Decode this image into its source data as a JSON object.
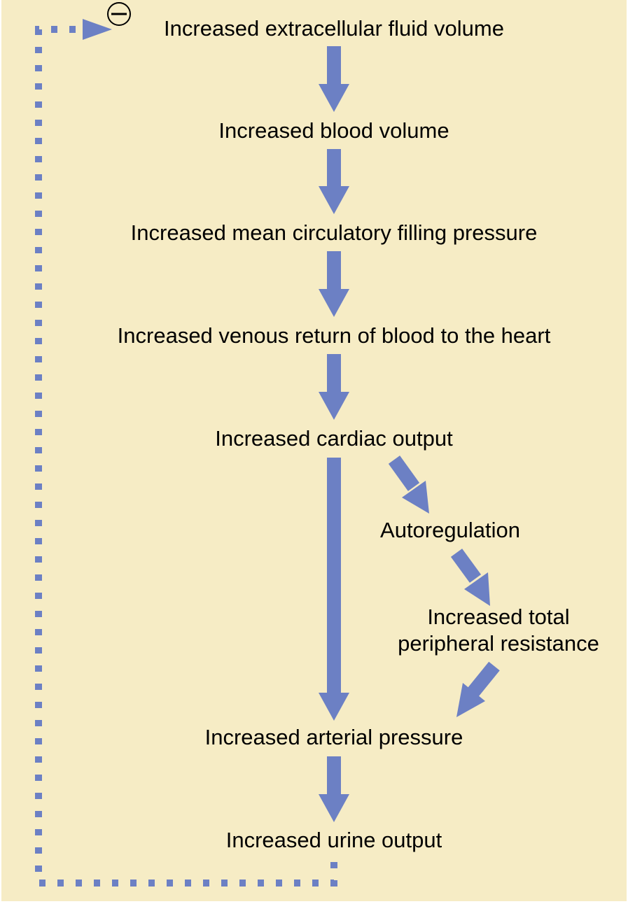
{
  "colors": {
    "background": "#f6ecc5",
    "arrow": "#6c80c4",
    "text": "#000000"
  },
  "nodes": {
    "ecf_volume": "Increased extracellular fluid volume",
    "blood_volume": "Increased blood volume",
    "mean_filling_pressure": "Increased mean circulatory filling pressure",
    "venous_return": "Increased venous return of blood to the heart",
    "cardiac_output": "Increased cardiac output",
    "autoregulation": "Autoregulation",
    "tpr_line1": "Increased total",
    "tpr_line2": "peripheral resistance",
    "arterial_pressure": "Increased arterial pressure",
    "urine_output": "Increased urine output"
  },
  "feedback": {
    "sign_icon": "minus-circle-icon"
  }
}
